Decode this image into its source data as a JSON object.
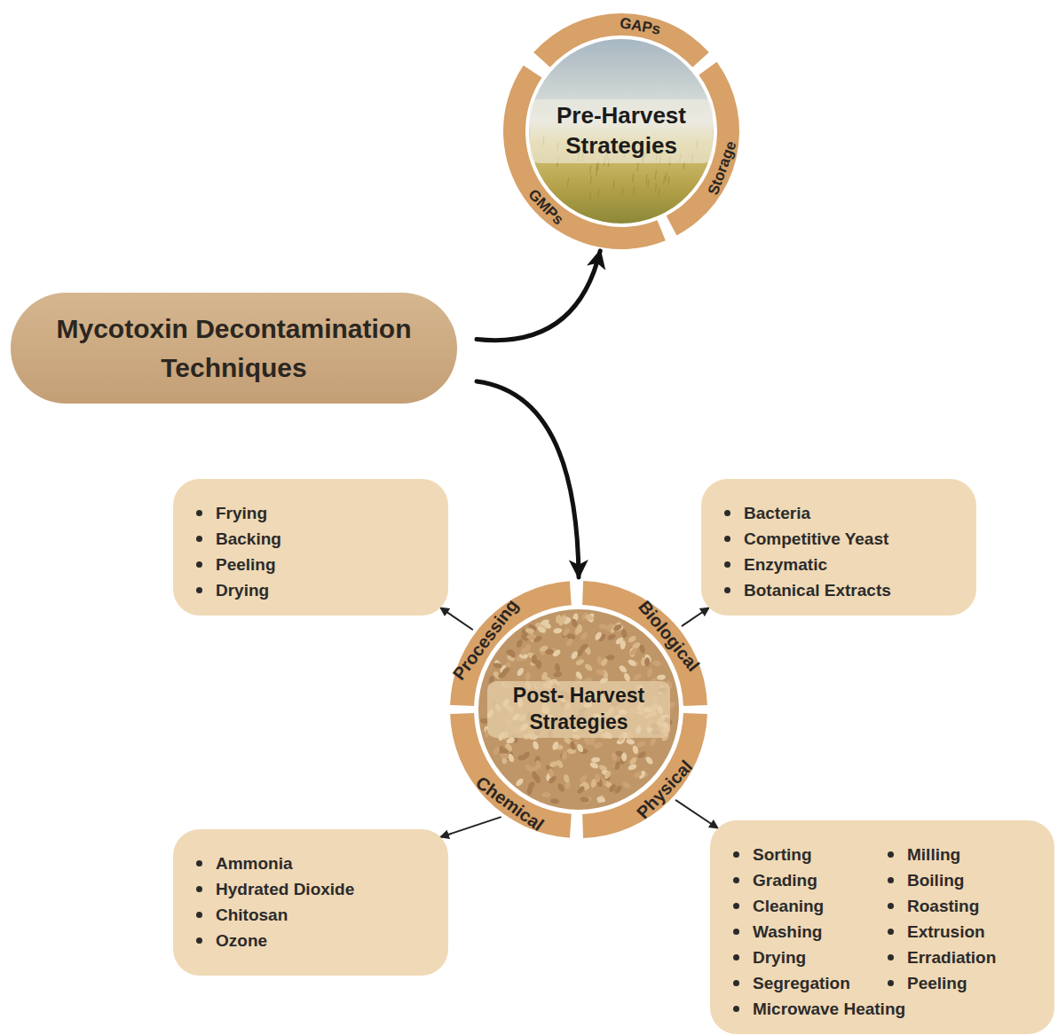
{
  "diagram": {
    "nodes": [
      {
        "text": [
          "Mycotoxin Decontamination Techniques"
        ]
      },
      {
        "text": [
          "Pre-Harvest Strategies"
        ]
      },
      {
        "text": [
          "GAPs"
        ],
        "in": 1
      },
      {
        "text": [
          "Storage"
        ],
        "in": 1
      },
      {
        "text": [
          "GMPs"
        ],
        "in": 1
      },
      {
        "text": [
          "Post- Harvest Strategies"
        ]
      },
      {
        "text": [
          "Processing"
        ],
        "in": 5
      },
      {
        "text": [
          "Biological"
        ],
        "in": 5
      },
      {
        "text": [
          "Chemical"
        ],
        "in": 5
      },
      {
        "text": [
          "Physical"
        ],
        "in": 5
      },
      {
        "text": [
          "Frying",
          "Backing",
          "Peeling",
          "Drying"
        ]
      },
      {
        "text": [
          "Bacteria",
          "Competitive Yeast",
          "Enzymatic",
          "Botanical Extracts"
        ]
      },
      {
        "text": [
          "Ammonia",
          "Hydrated Dioxide",
          "Chitosan",
          "Ozone"
        ]
      },
      {
        "text": [
          "Sorting",
          "Grading",
          "Cleaning",
          "Washing",
          "Drying",
          "Segregation",
          "Milling",
          "Boiling",
          "Roasting",
          "Extrusion",
          "Erradiation",
          "Peeling",
          "Microwave Heating"
        ]
      }
    ],
    "edges": [
      {
        "from": 0,
        "to": 1,
        "arrow": "to"
      },
      {
        "from": 0,
        "to": 5,
        "arrow": "to"
      },
      {
        "from": 6,
        "to": 10,
        "arrow": "to"
      },
      {
        "from": 7,
        "to": 11,
        "arrow": "to"
      },
      {
        "from": 8,
        "to": 12,
        "arrow": "to"
      },
      {
        "from": 9,
        "to": 13,
        "arrow": "to"
      }
    ]
  }
}
